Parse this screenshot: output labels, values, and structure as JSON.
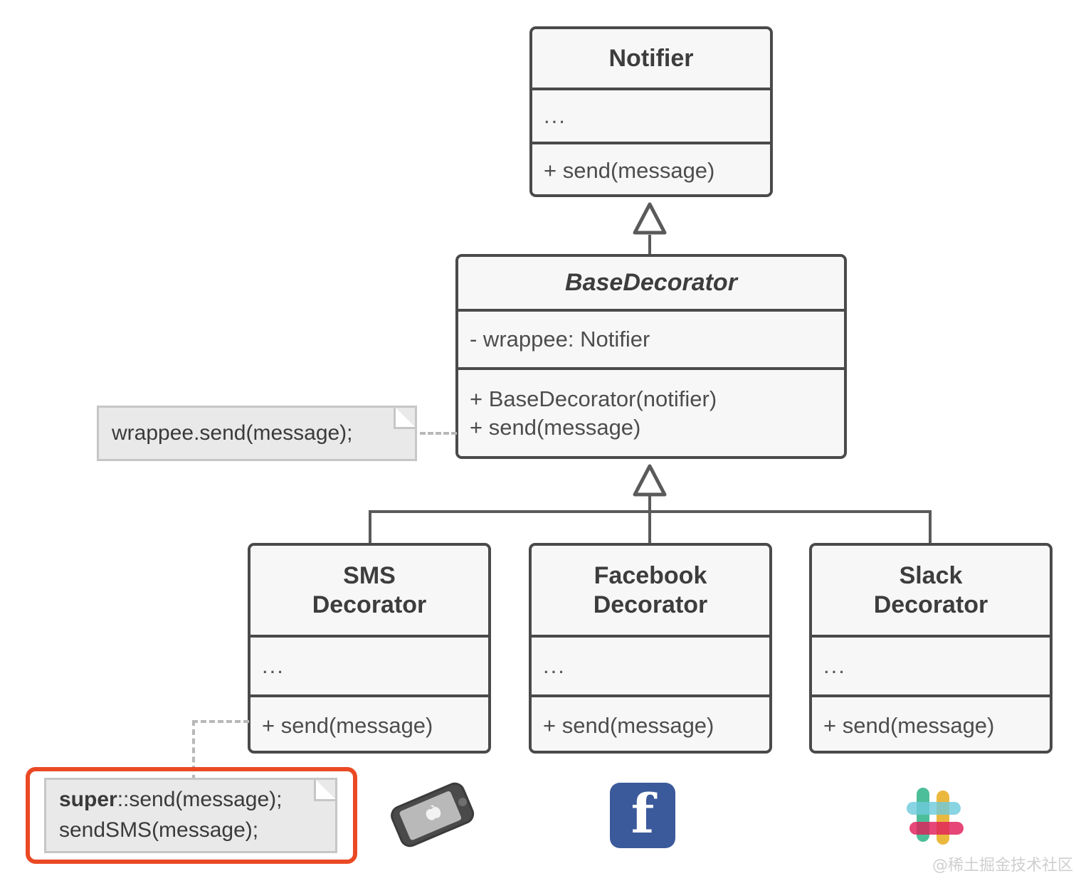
{
  "diagram": {
    "title": "Decorator pattern UML class diagram",
    "colors": {
      "box_border": "#4a4a4a",
      "box_fill": "#f7f7f7",
      "note_fill": "#e9e9e9",
      "note_border": "#c6c6c6",
      "connector": "#5a5a5a",
      "highlight_red": "#ea4924",
      "facebook_blue": "#3b5a9b",
      "slack_green": "#3eb991",
      "slack_blue": "#6ecadc",
      "slack_yellow": "#e9b22e",
      "slack_pink": "#e01e5a",
      "watermark_gray": "#cfcfcf"
    },
    "classes": [
      {
        "id": "notifier",
        "name": "Notifier",
        "abstract": false,
        "attributes": "...",
        "operations": [
          "+ send(message)"
        ]
      },
      {
        "id": "base-decorator",
        "name": "BaseDecorator",
        "abstract": true,
        "attributes": "- wrappee: Notifier",
        "operations": [
          "+ BaseDecorator(notifier)",
          "+ send(message)"
        ]
      },
      {
        "id": "sms-decorator",
        "name_line1": "SMS",
        "name_line2": "Decorator",
        "abstract": false,
        "attributes": "...",
        "operations": [
          "+ send(message)"
        ]
      },
      {
        "id": "facebook-decorator",
        "name_line1": "Facebook",
        "name_line2": "Decorator",
        "abstract": false,
        "attributes": "...",
        "operations": [
          "+ send(message)"
        ]
      },
      {
        "id": "slack-decorator",
        "name_line1": "Slack",
        "name_line2": "Decorator",
        "abstract": false,
        "attributes": "...",
        "operations": [
          "+ send(message)"
        ]
      }
    ],
    "notes": [
      {
        "id": "base-decorator-note",
        "text": "wrappee.send(message);",
        "attached_to": "base-decorator",
        "highlighted": false
      },
      {
        "id": "sms-decorator-note",
        "line1_bold": "super",
        "line1_rest": "::send(message);",
        "line2": "sendSMS(message);",
        "attached_to": "sms-decorator",
        "highlighted": true
      }
    ],
    "icons": [
      {
        "id": "phone-icon",
        "label": "iphone-icon",
        "for": "sms-decorator"
      },
      {
        "id": "facebook-icon",
        "label": "facebook-icon",
        "glyph": "f",
        "for": "facebook-decorator"
      },
      {
        "id": "slack-icon",
        "label": "slack-icon",
        "for": "slack-decorator"
      }
    ],
    "relations": [
      {
        "from": "base-decorator",
        "to": "notifier",
        "type": "generalization"
      },
      {
        "from": "sms-decorator",
        "to": "base-decorator",
        "type": "generalization"
      },
      {
        "from": "facebook-decorator",
        "to": "base-decorator",
        "type": "generalization"
      },
      {
        "from": "slack-decorator",
        "to": "base-decorator",
        "type": "generalization"
      },
      {
        "from": "base-decorator-note",
        "to": "base-decorator",
        "type": "note-anchor"
      },
      {
        "from": "sms-decorator-note",
        "to": "sms-decorator",
        "type": "note-anchor"
      }
    ],
    "watermark": "@稀土掘金技术社区"
  }
}
